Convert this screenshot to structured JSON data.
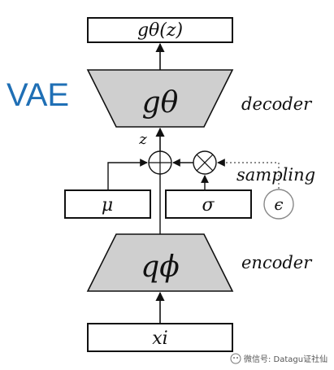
{
  "title": "VAE",
  "colors": {
    "title": "#1f6fb5",
    "trapezoid_fill": "#cfcfcf",
    "stroke": "#111111",
    "dotted": "#666666"
  },
  "nodes": {
    "output": "gθ(z)",
    "decoder_net": "gθ",
    "latent": "z",
    "mu": "μ",
    "sigma": "σ",
    "epsilon": "ϵ",
    "encoder_net": "qϕ",
    "input": "xi"
  },
  "labels": {
    "decoder": "decoder",
    "sampling": "sampling",
    "encoder": "encoder"
  },
  "watermark": "微信号: Datagu证社仙"
}
